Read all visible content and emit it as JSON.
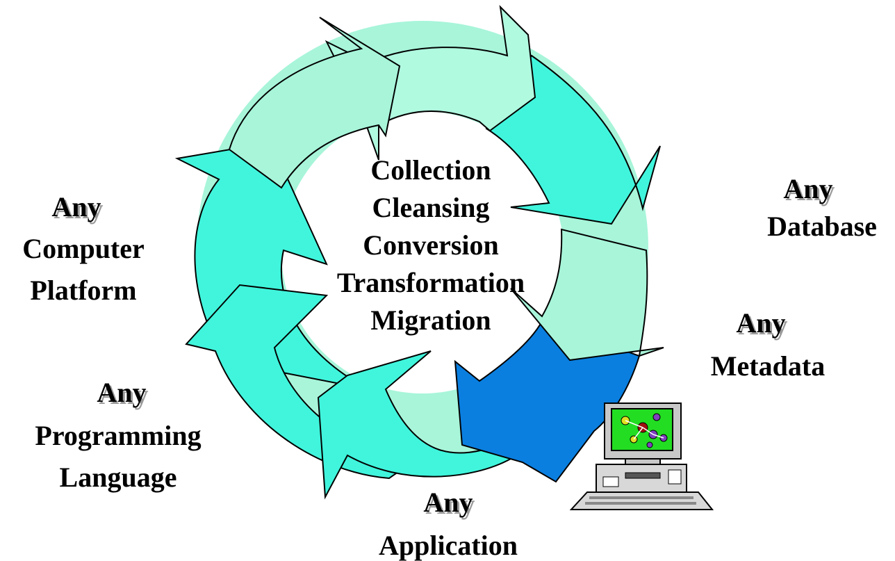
{
  "center_steps": [
    "Collection",
    "Cleansing",
    "Conversion",
    "Transformation",
    "Migration"
  ],
  "labels": {
    "database": {
      "any": "Any",
      "text": "Database"
    },
    "metadata": {
      "any": "Any",
      "text": "Metadata"
    },
    "application": {
      "any": "Any",
      "text": "Application"
    },
    "programming": {
      "any": "Any",
      "line1": "Programming",
      "line2": "Language"
    },
    "platform": {
      "any": "Any",
      "line1": "Computer",
      "line2": "Platform"
    }
  },
  "colors": {
    "light_teal": "#a8f5da",
    "mid_teal": "#40f5dc",
    "blue_segment": "#0a7fe0",
    "outline": "#000000",
    "screen_green": "#22dd22"
  },
  "icons": {
    "computer": "desktop-computer-icon"
  }
}
